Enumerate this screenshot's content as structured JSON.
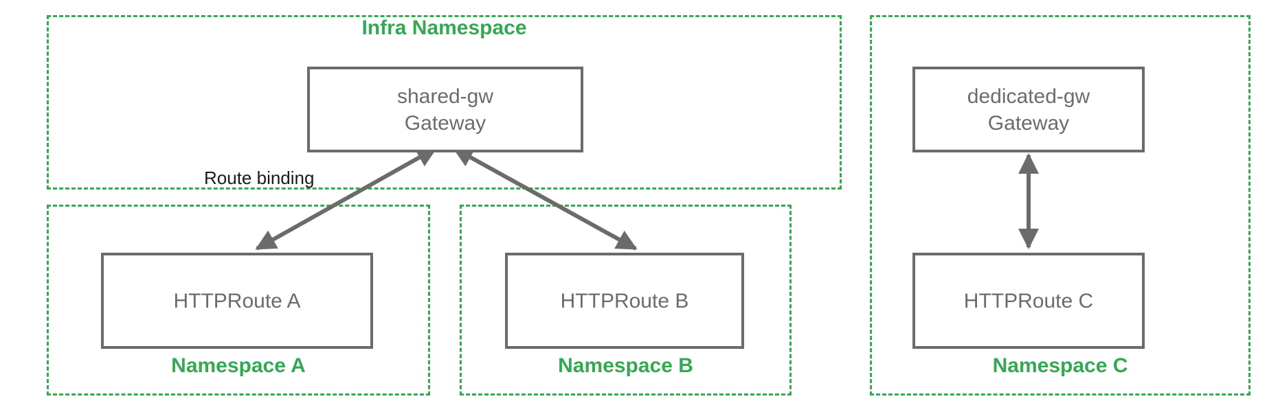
{
  "diagram": {
    "title_visible": false,
    "colors": {
      "namespace_border": "#34A853",
      "namespace_label": "#34A853",
      "node_border": "#6b6b6b",
      "node_text": "#6b6b6b",
      "edge_stroke": "#6b6b6b",
      "edge_label_text": "#1a1a1a",
      "background": "#ffffff"
    },
    "namespaces": [
      {
        "id": "infra",
        "label": "Infra Namespace",
        "label_position": "top-center"
      },
      {
        "id": "ns-a",
        "label": "Namespace A",
        "label_position": "bottom-center"
      },
      {
        "id": "ns-b",
        "label": "Namespace B",
        "label_position": "bottom-center"
      },
      {
        "id": "ns-c",
        "label": "Namespace C",
        "label_position": "bottom-center"
      }
    ],
    "nodes": [
      {
        "id": "shared-gw",
        "name": "shared-gw",
        "kind": "Gateway",
        "namespace": "infra"
      },
      {
        "id": "dedicated-gw",
        "name": "dedicated-gw",
        "kind": "Gateway",
        "namespace": "ns-c"
      },
      {
        "id": "httproute-a",
        "name": "HTTPRoute A",
        "kind": "",
        "namespace": "ns-a"
      },
      {
        "id": "httproute-b",
        "name": "HTTPRoute B",
        "kind": "",
        "namespace": "ns-b"
      },
      {
        "id": "httproute-c",
        "name": "HTTPRoute C",
        "kind": "",
        "namespace": "ns-c"
      }
    ],
    "edges": [
      {
        "id": "edge-shared-a",
        "from": "shared-gw",
        "to": "httproute-a",
        "label": "Route binding",
        "arrowheads": "both"
      },
      {
        "id": "edge-shared-b",
        "from": "shared-gw",
        "to": "httproute-b",
        "label": "",
        "arrowheads": "both"
      },
      {
        "id": "edge-dedicated-c",
        "from": "dedicated-gw",
        "to": "httproute-c",
        "label": "",
        "arrowheads": "both"
      }
    ]
  }
}
